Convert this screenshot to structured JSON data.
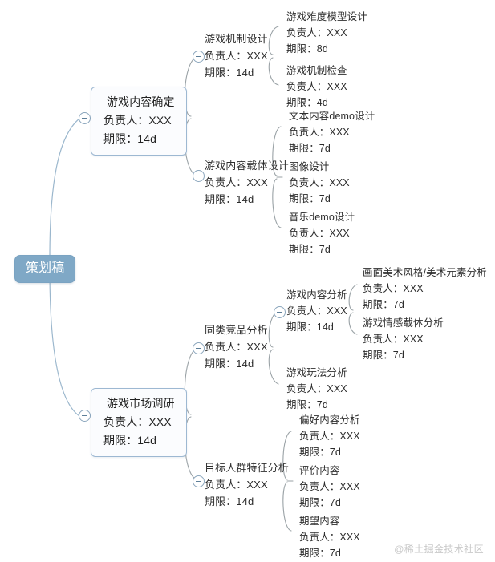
{
  "diagram": {
    "type": "mindmap",
    "watermark": "@稀土掘金技术社区",
    "labels": {
      "owner_prefix": "负责人：",
      "deadline_prefix": "期限："
    },
    "colors": {
      "root_fill": "#7fa8c6",
      "root_text": "#ffffff",
      "box_fill": "#fbfcfe",
      "box_border": "#9db8d2",
      "link": "#9bb7cd",
      "text": "#2b2b2b",
      "watermark": "#c9c9c9"
    }
  },
  "root": {
    "title": "策划稿"
  },
  "branches": [
    {
      "id": "content",
      "title": "游戏内容确定",
      "owner": "负责人：XXX",
      "deadline": "期限：14d",
      "children": [
        {
          "id": "mechanism",
          "title": "游戏机制设计",
          "owner": "负责人：XXX",
          "deadline": "期限：14d",
          "children": [
            {
              "id": "difficulty-model",
              "title": "游戏难度模型设计",
              "owner": "负责人：XXX",
              "deadline": "期限：8d"
            },
            {
              "id": "mechanism-check",
              "title": "游戏机制检查",
              "owner": "负责人：XXX",
              "deadline": "期限：4d"
            }
          ]
        },
        {
          "id": "carrier",
          "title": "游戏内容载体设计",
          "owner": "负责人：XXX",
          "deadline": "期限：14d",
          "children": [
            {
              "id": "text-demo",
              "title": "文本内容demo设计",
              "owner": "负责人：XXX",
              "deadline": "期限：7d"
            },
            {
              "id": "image-design",
              "title": "图像设计",
              "owner": "负责人：XXX",
              "deadline": "期限：7d"
            },
            {
              "id": "music-demo",
              "title": "音乐demo设计",
              "owner": "负责人：XXX",
              "deadline": "期限：7d"
            }
          ]
        }
      ]
    },
    {
      "id": "market",
      "title": "游戏市场调研",
      "owner": "负责人：XXX",
      "deadline": "期限：14d",
      "children": [
        {
          "id": "competitor",
          "title": "同类竞品分析",
          "owner": "负责人：XXX",
          "deadline": "期限：14d",
          "children": [
            {
              "id": "content-analysis",
              "title": "游戏内容分析",
              "owner": "负责人：XXX",
              "deadline": "期限：14d",
              "children": [
                {
                  "id": "art-style",
                  "title": "画面美术风格/美术元素分析",
                  "owner": "负责人：XXX",
                  "deadline": "期限：7d"
                },
                {
                  "id": "emotion-carrier",
                  "title": "游戏情感载体分析",
                  "owner": "负责人：XXX",
                  "deadline": "期限：7d"
                }
              ]
            },
            {
              "id": "gameplay-analysis",
              "title": "游戏玩法分析",
              "owner": "负责人：XXX",
              "deadline": "期限：7d"
            }
          ]
        },
        {
          "id": "audience",
          "title": "目标人群特征分析",
          "owner": "负责人：XXX",
          "deadline": "期限：14d",
          "children": [
            {
              "id": "preference",
              "title": "偏好内容分析",
              "owner": "负责人：XXX",
              "deadline": "期限：7d"
            },
            {
              "id": "review",
              "title": "评价内容",
              "owner": "负责人：XXX",
              "deadline": "期限：7d"
            },
            {
              "id": "expectation",
              "title": "期望内容",
              "owner": "负责人：XXX",
              "deadline": "期限：7d"
            }
          ]
        }
      ]
    }
  ]
}
